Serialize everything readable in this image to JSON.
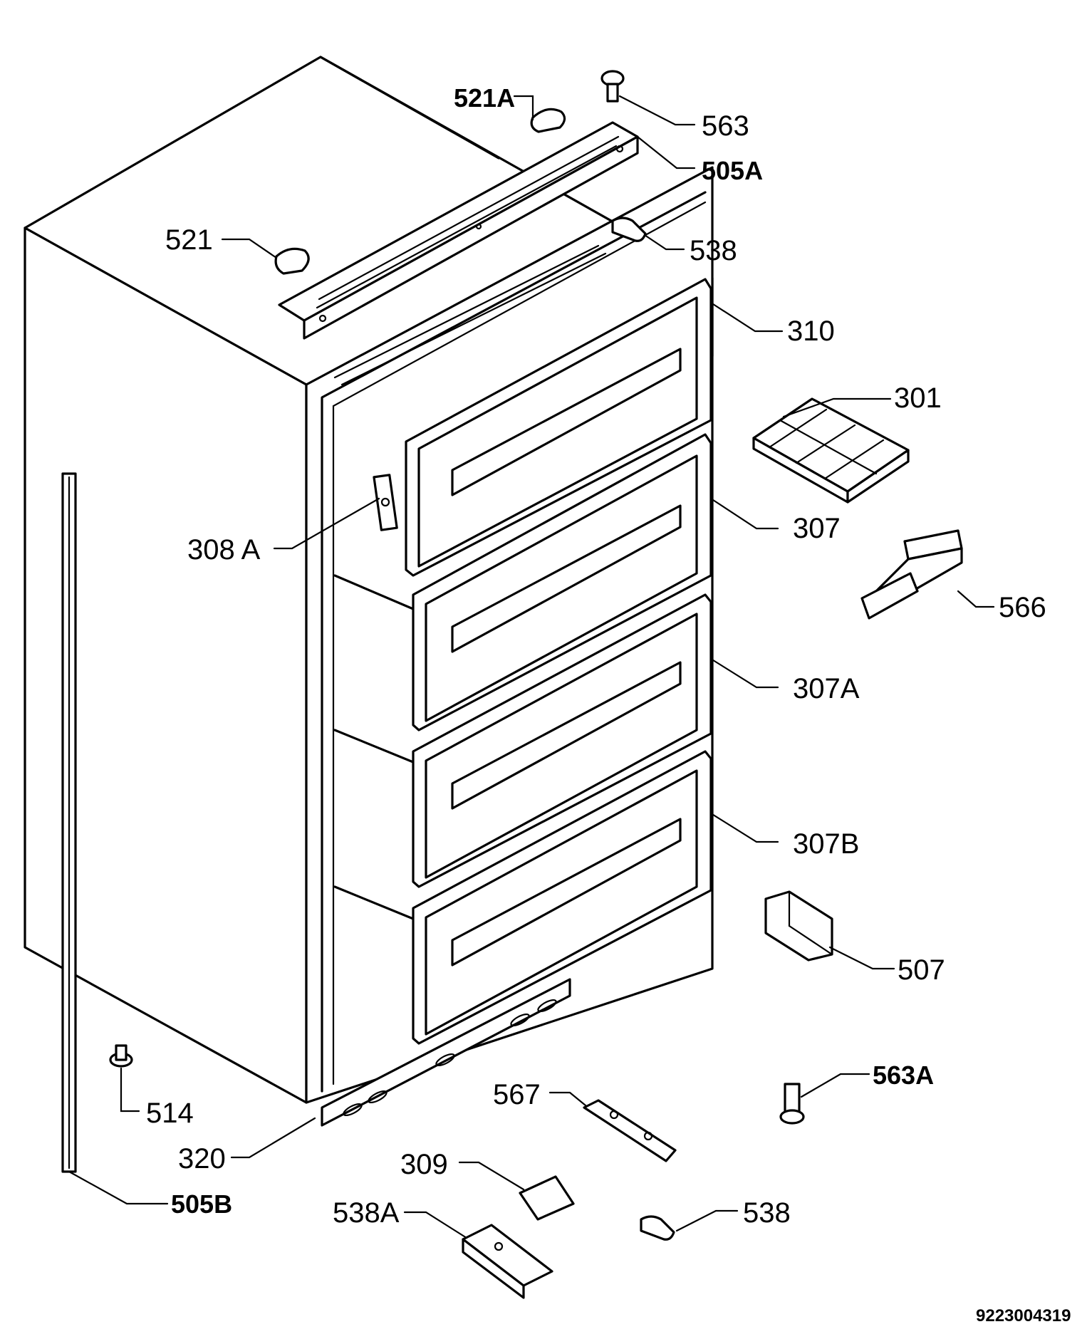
{
  "diagram": {
    "drawing_number": "9223004319",
    "labels": [
      {
        "id": "521A",
        "text": "521A"
      },
      {
        "id": "563",
        "text": "563"
      },
      {
        "id": "505A",
        "text": "505A"
      },
      {
        "id": "521",
        "text": "521"
      },
      {
        "id": "538-top",
        "text": "538"
      },
      {
        "id": "310",
        "text": "310"
      },
      {
        "id": "301",
        "text": "301"
      },
      {
        "id": "308A",
        "text": "308 A"
      },
      {
        "id": "307",
        "text": "307"
      },
      {
        "id": "566",
        "text": "566"
      },
      {
        "id": "307A",
        "text": "307A"
      },
      {
        "id": "307B",
        "text": "307B"
      },
      {
        "id": "507",
        "text": "507"
      },
      {
        "id": "563A",
        "text": "563A"
      },
      {
        "id": "514",
        "text": "514"
      },
      {
        "id": "567",
        "text": "567"
      },
      {
        "id": "320",
        "text": "320"
      },
      {
        "id": "309",
        "text": "309"
      },
      {
        "id": "505B",
        "text": "505B"
      },
      {
        "id": "538A",
        "text": "538A"
      },
      {
        "id": "538-bottom",
        "text": "538"
      }
    ]
  }
}
